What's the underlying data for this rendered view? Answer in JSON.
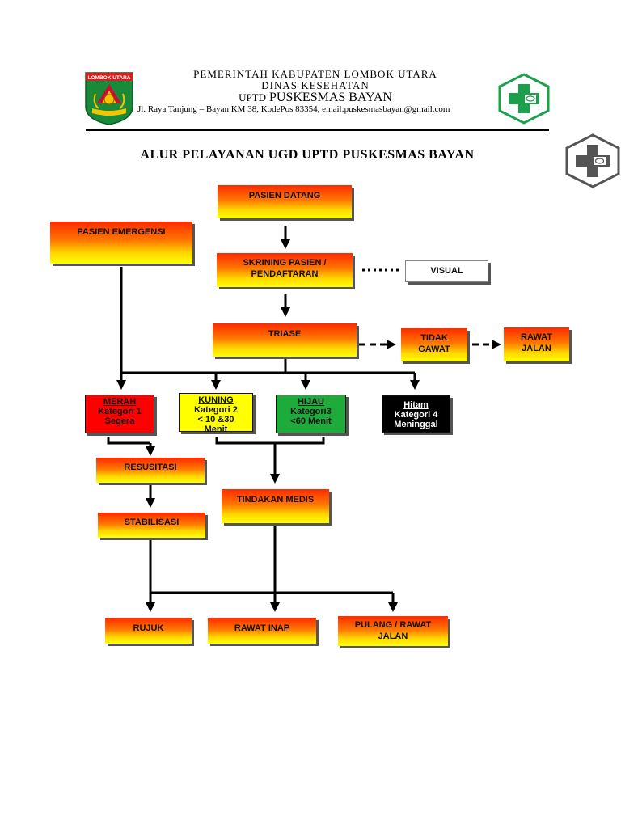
{
  "header": {
    "gov_line": "PEMERINTAH KABUPATEN LOMBOK UTARA",
    "dept_line": "DINAS KESEHATAN",
    "unit_prefix": "UPTD",
    "unit_name": "PUSKESMAS BAYAN",
    "address": "Jl. Raya Tanjung – Bayan KM 38, KodePos 83354, email:puskesmasbayan@gmail.com",
    "logo_banner": "LOMBOK UTARA"
  },
  "title": "ALUR PELAYANAN UGD UPTD PUSKESMAS BAYAN",
  "flow": {
    "pasien_datang": "PASIEN DATANG",
    "pasien_emergensi": "PASIEN EMERGENSI",
    "skrining_1": "SKRINING PASIEN /",
    "skrining_2": "PENDAFTARAN",
    "visual": "VISUAL",
    "triase": "TRIASE",
    "tidak_gawat_1": "TIDAK",
    "tidak_gawat_2": "GAWAT",
    "rawat_jalan_1": "RAWAT",
    "rawat_jalan_2": "JALAN",
    "merah": {
      "title": "MERAH",
      "line1": "Kategori 1",
      "line2": "Segera"
    },
    "kuning": {
      "title": "KUNING",
      "line1": "Kategori 2",
      "line2": "< 10 &30",
      "line3": "Menit"
    },
    "hijau": {
      "title": "HIJAU",
      "line1": "Kategori3",
      "line2": "<60 Menit"
    },
    "hitam": {
      "title": "Hitam",
      "line1": "Kategori 4",
      "line2": "Meninggal"
    },
    "resusitasi": "RESUSITASI",
    "stabilisasi": "STABILISASI",
    "tindakan_medis": "TINDAKAN MEDIS",
    "rujuk": "RUJUK",
    "rawat_inap": "RAWAT INAP",
    "pulang_1": "PULANG / RAWAT",
    "pulang_2": "JALAN"
  },
  "colors": {
    "merah": "#ff0000",
    "kuning": "#ffff00",
    "hijau": "#1faa3c",
    "hitam": "#000000",
    "logo_green": "#1aa04a"
  }
}
